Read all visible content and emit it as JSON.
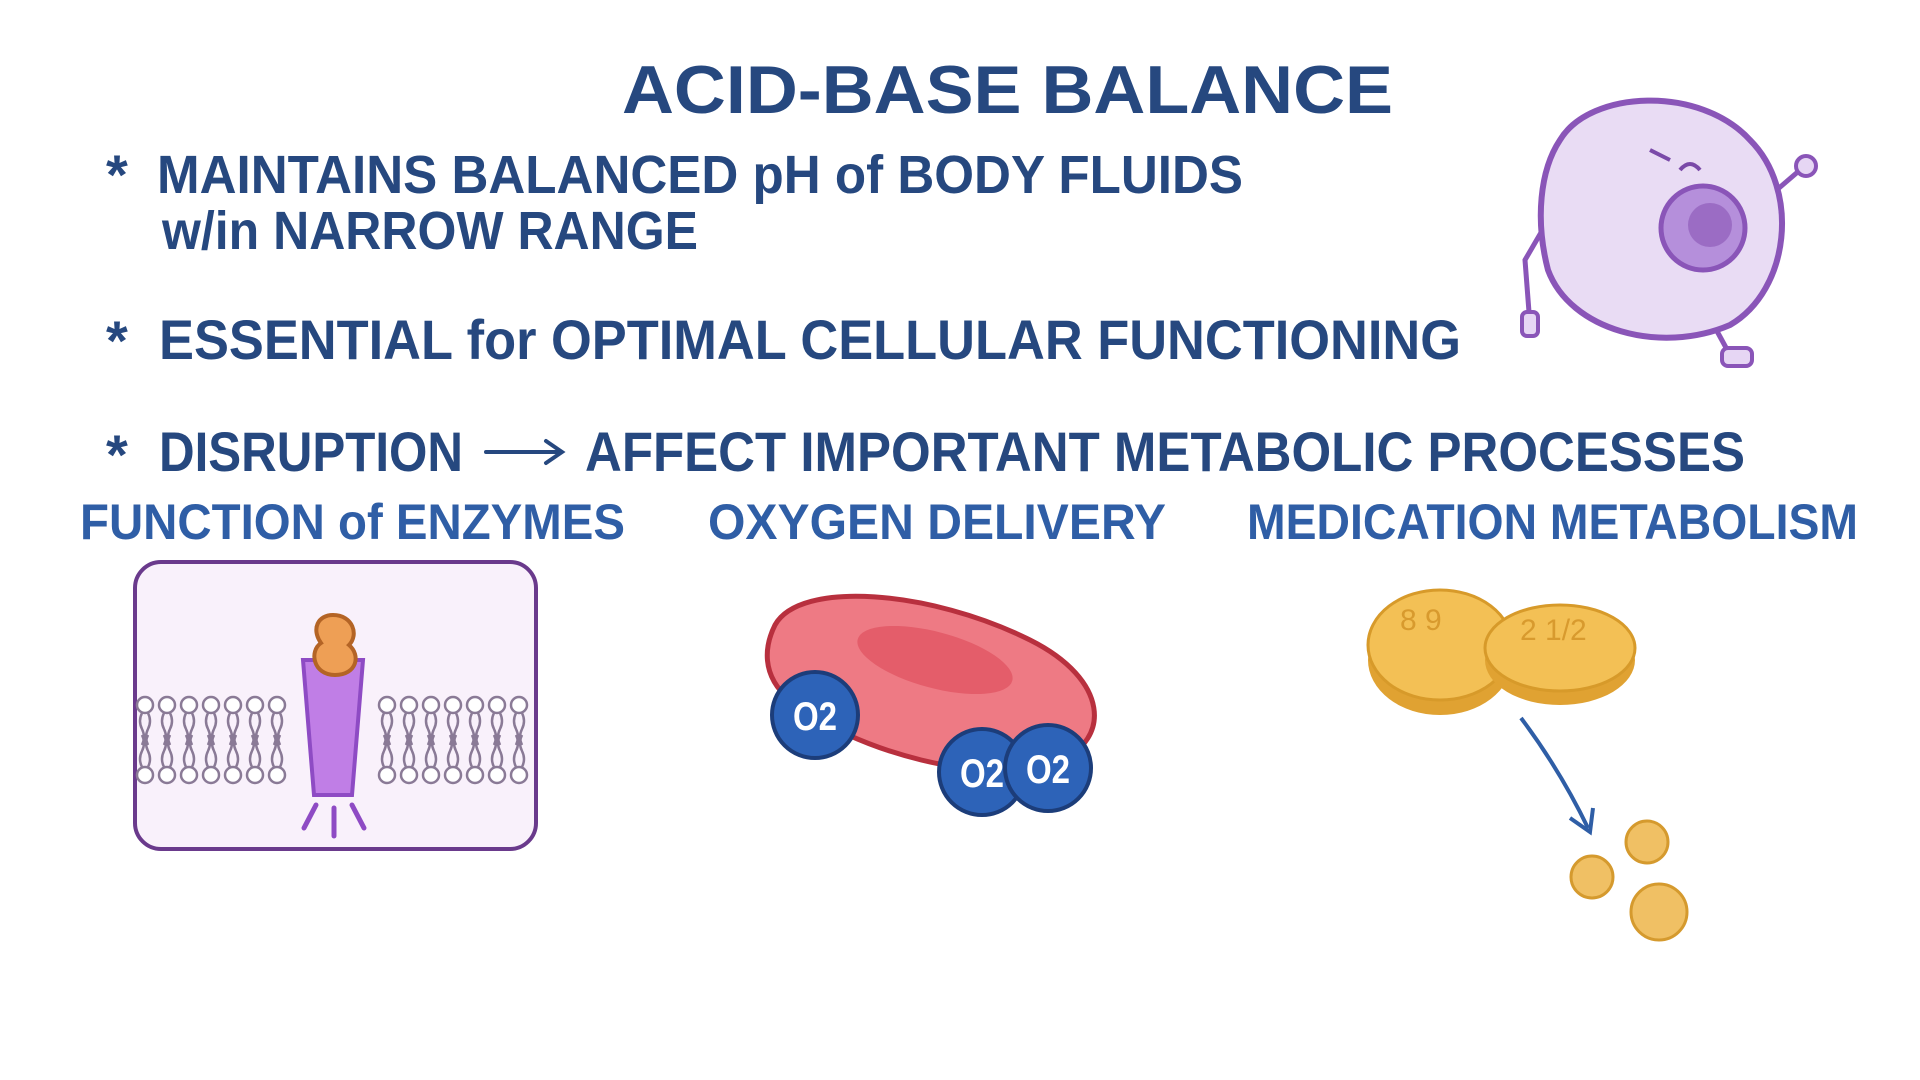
{
  "title": "ACID-BASE BALANCE",
  "bullets": [
    {
      "line1": "MAINTAINS BALANCED pH of BODY FLUIDS",
      "line2": "w/in NARROW RANGE"
    },
    {
      "line1": "ESSENTIAL for OPTIMAL CELLULAR FUNCTIONING"
    },
    {
      "cause": "DISRUPTION",
      "effect": "AFFECT IMPORTANT METABOLIC PROCESSES"
    }
  ],
  "bullet_symbol": "*",
  "processes": [
    {
      "label": "FUNCTION of ENZYMES",
      "illustration": "membrane-protein"
    },
    {
      "label": "OXYGEN DELIVERY",
      "illustration": "red-blood-cell-with-oxygen"
    },
    {
      "label": "MEDICATION METABOLISM",
      "illustration": "pills"
    }
  ],
  "o2_label": "O2",
  "pill_marks": [
    "8 9",
    "2 1/2"
  ],
  "colors": {
    "heading": "#26487f",
    "subheading": "#2f5ea6",
    "cell": "#9b6cc4",
    "rbc": "#e96a77",
    "pill": "#f0b94a"
  }
}
